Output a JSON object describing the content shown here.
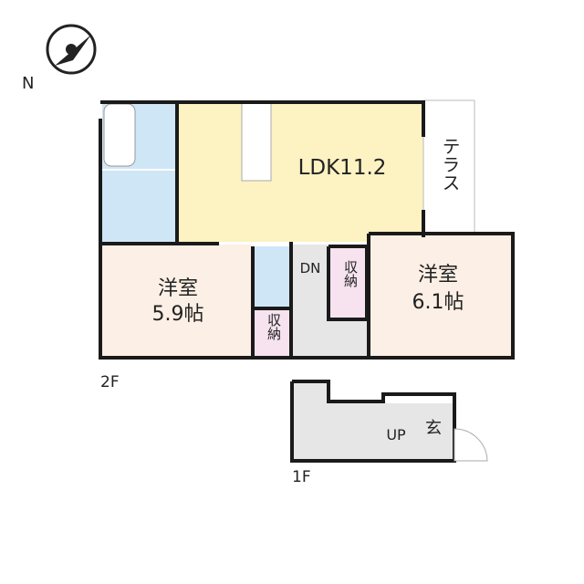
{
  "compass": {
    "label": "N",
    "icon": "north-arrow-icon"
  },
  "floors": {
    "upper": "2F",
    "lower": "1F"
  },
  "rooms": {
    "ldk": "LDK11.2",
    "terrace": "テラス",
    "western1_name": "洋室",
    "western1_size": "5.9帖",
    "western2_name": "洋室",
    "western2_size": "6.1帖",
    "storage1": "収納",
    "storage2": "収納",
    "stairs_down": "DN",
    "stairs_up": "UP",
    "entrance": "玄"
  },
  "colors": {
    "ldk": "#fcf2c2",
    "wet": "#cfe6f6",
    "western": "#fcefe5",
    "storage": "#f6e3ef",
    "stairs": "#e6e6e6",
    "wall": "#1a1a1a"
  }
}
